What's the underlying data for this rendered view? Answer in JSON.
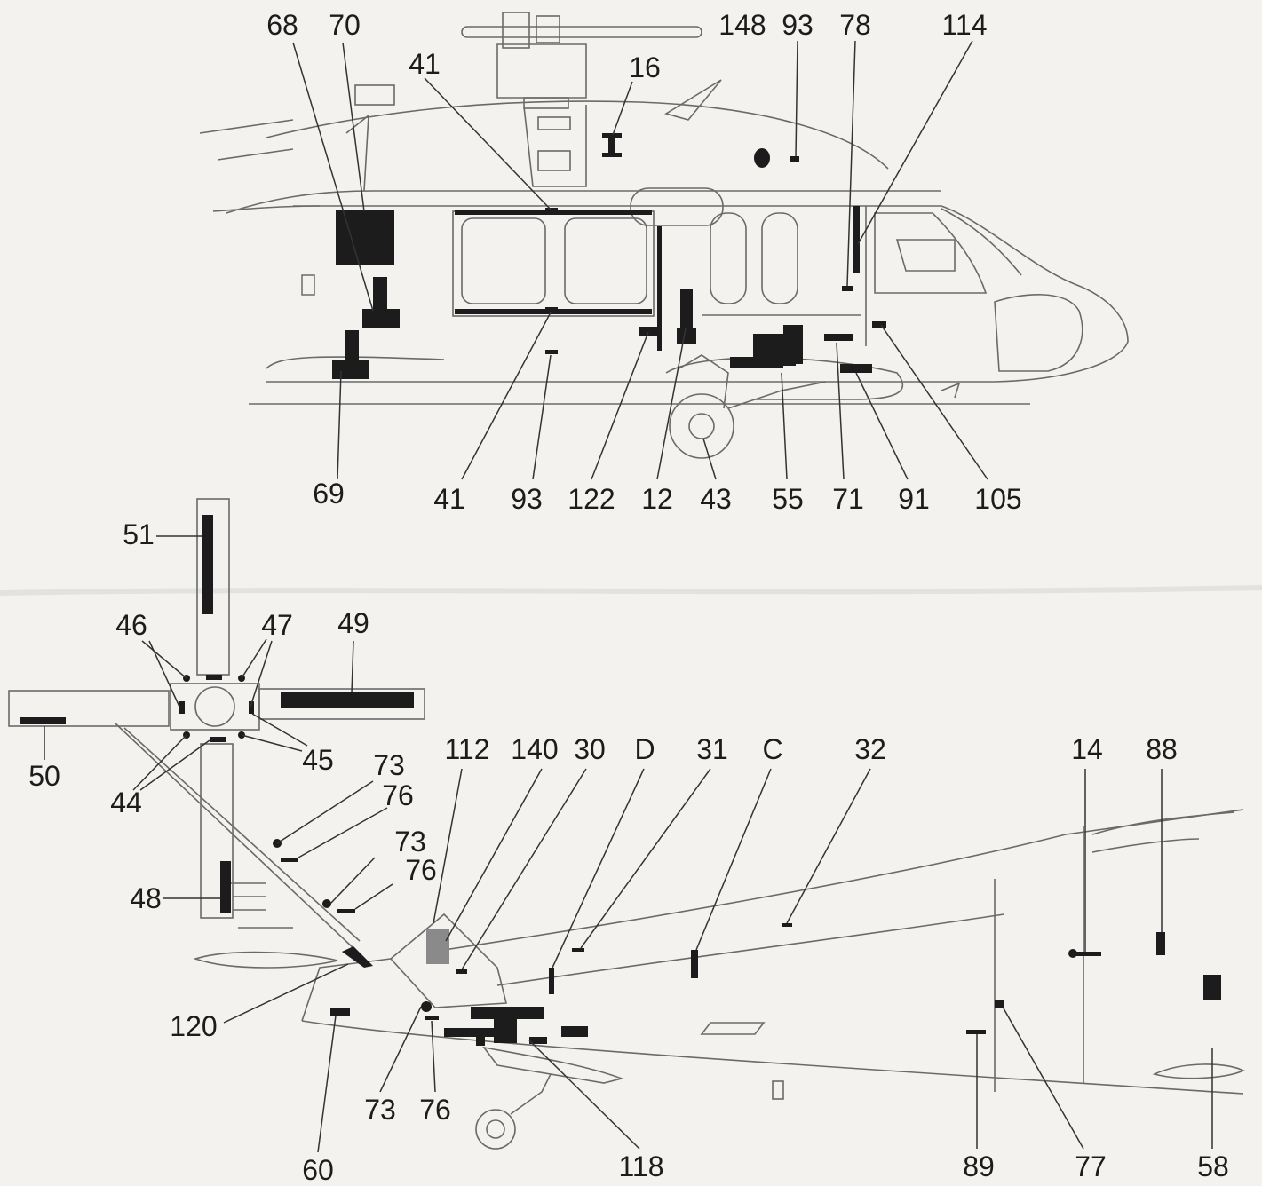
{
  "diagram": {
    "colors": {
      "paper": "#f3f2ef",
      "outline": "#6a6a6a",
      "decal": "#1c1c1c",
      "fold": "#e2e2e0"
    },
    "callouts_top": [
      "68",
      "70",
      "41",
      "16",
      "148",
      "93",
      "78",
      "114",
      "69",
      "41",
      "93",
      "122",
      "12",
      "43",
      "55",
      "71",
      "91",
      "105"
    ],
    "callouts_rotor": [
      "51",
      "46",
      "47",
      "49",
      "50",
      "45",
      "44",
      "48"
    ],
    "callouts_tail": [
      "73",
      "76",
      "73",
      "76",
      "112",
      "140",
      "30",
      "D",
      "31",
      "C",
      "32",
      "14",
      "88",
      "120",
      "60",
      "73",
      "76",
      "118",
      "89",
      "77",
      "58"
    ]
  }
}
